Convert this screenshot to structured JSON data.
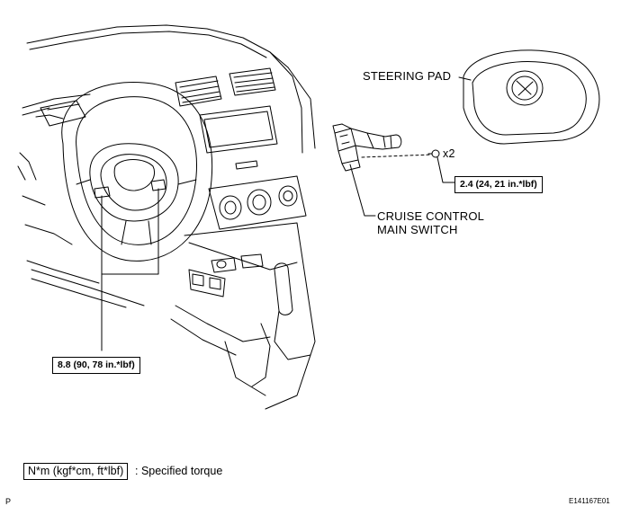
{
  "labels": {
    "steering_pad": "STEERING PAD",
    "cruise_line1": "CRUISE CONTROL",
    "cruise_line2": "MAIN SWITCH",
    "qty": "x2"
  },
  "torque": {
    "screw_value": "2.4 (24, 21 in.*lbf)",
    "bolt_value": "8.8 (90, 78 in.*lbf)"
  },
  "legend": {
    "unit_box": "N*m (kgf*cm, ft*lbf)",
    "description": ": Specified torque"
  },
  "footer": {
    "page_letter": "P",
    "figure_code": "E141167E01"
  }
}
